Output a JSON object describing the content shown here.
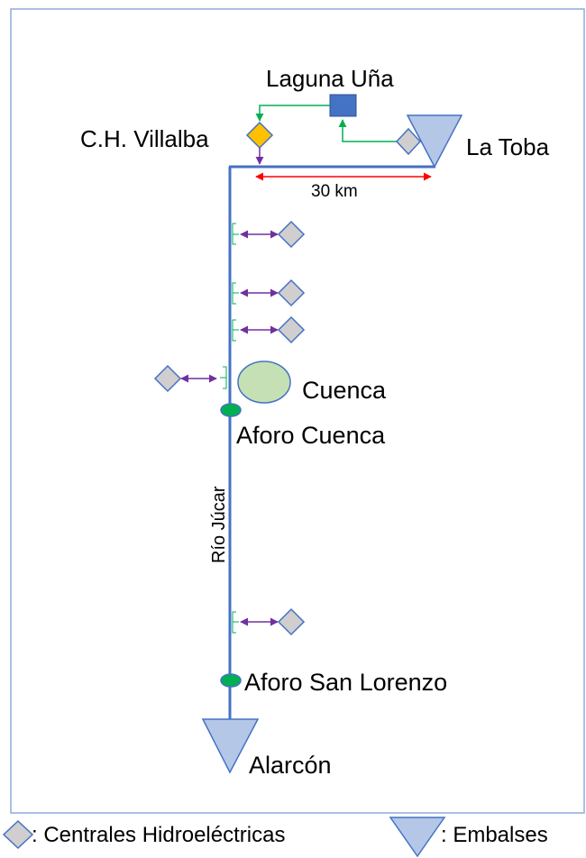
{
  "diagram": {
    "labels": {
      "laguna": "Laguna Uña",
      "villalba": "C.H. Villalba",
      "toba": "La Toba",
      "distance": "30 km",
      "cuenca": "Cuenca",
      "aforo_cuenca": "Aforo Cuenca",
      "rio": "Río Júcar",
      "aforo_san_lorenzo": "Aforo San Lorenzo",
      "alarcon": "Alarcón"
    },
    "legend": {
      "hydro": ": Centrales Hidroeléctricas",
      "reservoir": ": Embalses"
    },
    "colors": {
      "river": "#4472c4",
      "reservoir_fill": "#b4c7e7",
      "hydro_fill": "#d0cece",
      "villalba_fill": "#ffc000",
      "laguna_fill": "#4472c4",
      "city_fill": "#c5e0b4",
      "gauge_fill": "#00b050",
      "green_arrow": "#00b050",
      "purple_arrow": "#7030a0",
      "distance_arrow": "#ff0000",
      "frame": "#8faadc"
    }
  }
}
